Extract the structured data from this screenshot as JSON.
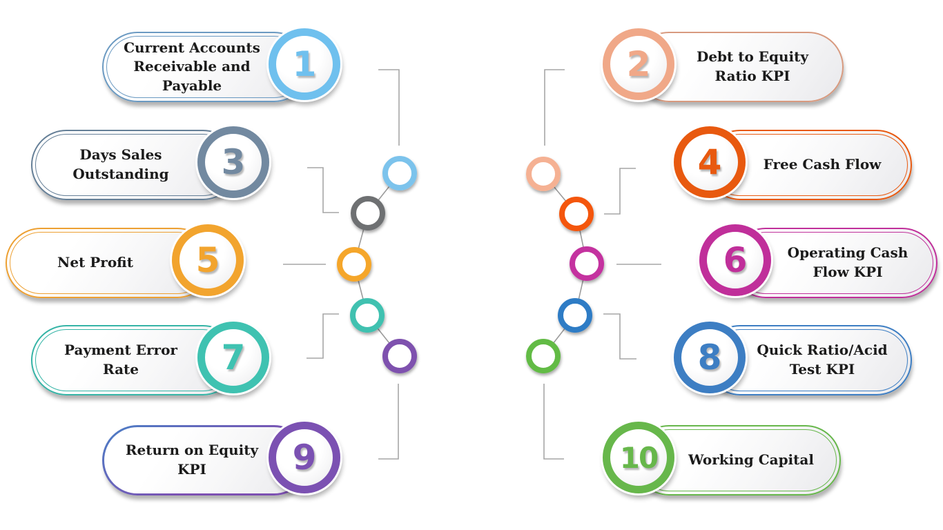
{
  "items": [
    {
      "number": "1",
      "label": "Current Accounts Receivable and Payable",
      "color": "#6fc0ee",
      "border_color": "#6b9ac2",
      "node_color": "#7cc3ec"
    },
    {
      "number": "2",
      "label": "Debt to Equity Ratio KPI",
      "color": "#f0a888",
      "border_color": "#d89a7f",
      "node_color": "#f5b193"
    },
    {
      "number": "3",
      "label": "Days Sales Outstanding",
      "color": "#7289a0",
      "border_color": "#657f97",
      "node_color": "#6e7072"
    },
    {
      "number": "4",
      "label": "Free Cash Flow",
      "color": "#e8590f",
      "border_color": "#e8590f",
      "node_color": "#f4570d"
    },
    {
      "number": "5",
      "label": "Net Profit",
      "color": "#f2a42e",
      "border_color": "#eda032",
      "node_color": "#f5a62b"
    },
    {
      "number": "6",
      "label": "Operating Cash Flow KPI",
      "color": "#c02f9a",
      "border_color": "#c02f9a",
      "node_color": "#c4309f"
    },
    {
      "number": "7",
      "label": "Payment Error Rate",
      "color": "#3fc2b1",
      "border_color": "#35b4a6",
      "node_color": "#41c1b0"
    },
    {
      "number": "8",
      "label": "Quick Ratio/Acid Test KPI",
      "color": "#3d7ec3",
      "border_color": "#3d7ec3",
      "node_color": "#2e7bc5"
    },
    {
      "number": "9",
      "label": "Return on Equity KPI",
      "color": "#7b51b2",
      "border_color": "#7d50b2",
      "gradient_start": "#4a7fc6",
      "node_color": "#7e51ae"
    },
    {
      "number": "10",
      "label": "Working Capital",
      "color": "#67b74b",
      "border_color": "#67b74b",
      "node_color": "#62bb45"
    }
  ],
  "palette": {
    "connector": "#a6a6a6",
    "chain_link": "#9b9b9b",
    "text": "#1b1b1b",
    "background": "#ffffff"
  }
}
